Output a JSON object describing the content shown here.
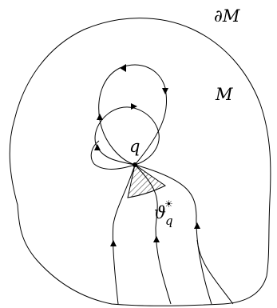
{
  "labels": {
    "boundary": "∂M",
    "region": "M",
    "point": "q",
    "sector_symbol": "ϑ",
    "sector_subscript": "q",
    "sector_superscript": "☀"
  }
}
